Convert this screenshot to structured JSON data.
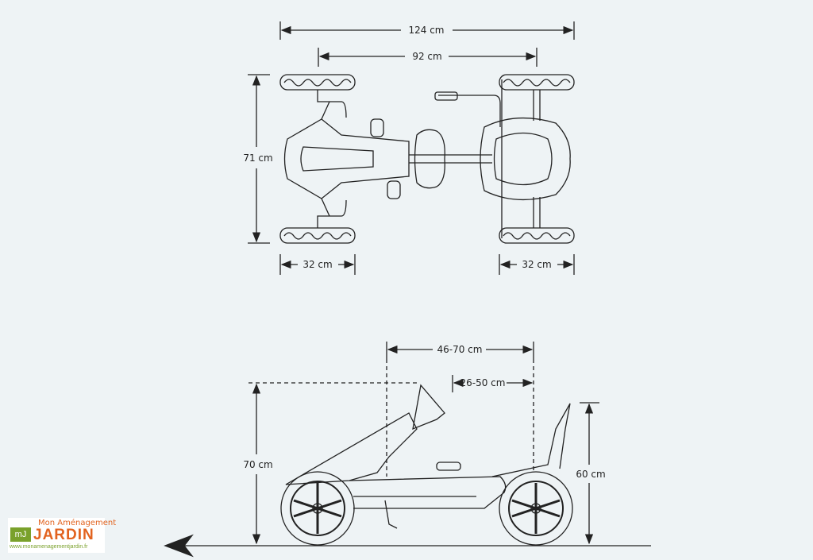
{
  "top_view": {
    "overall_length": "124 cm",
    "wheelbase": "92 cm",
    "width": "71 cm",
    "front_track_wheel": "32 cm",
    "rear_track_wheel": "32 cm"
  },
  "side_view": {
    "seat_to_pedal_range": "46-70 cm",
    "seat_adjust_range": "26-50 cm",
    "steering_height": "70 cm",
    "seat_height": "60 cm"
  },
  "logo": {
    "top": "Mon Aménagement",
    "main": "JARDIN",
    "mark": "mJ",
    "url": "www.monamenagementjardin.fr"
  }
}
